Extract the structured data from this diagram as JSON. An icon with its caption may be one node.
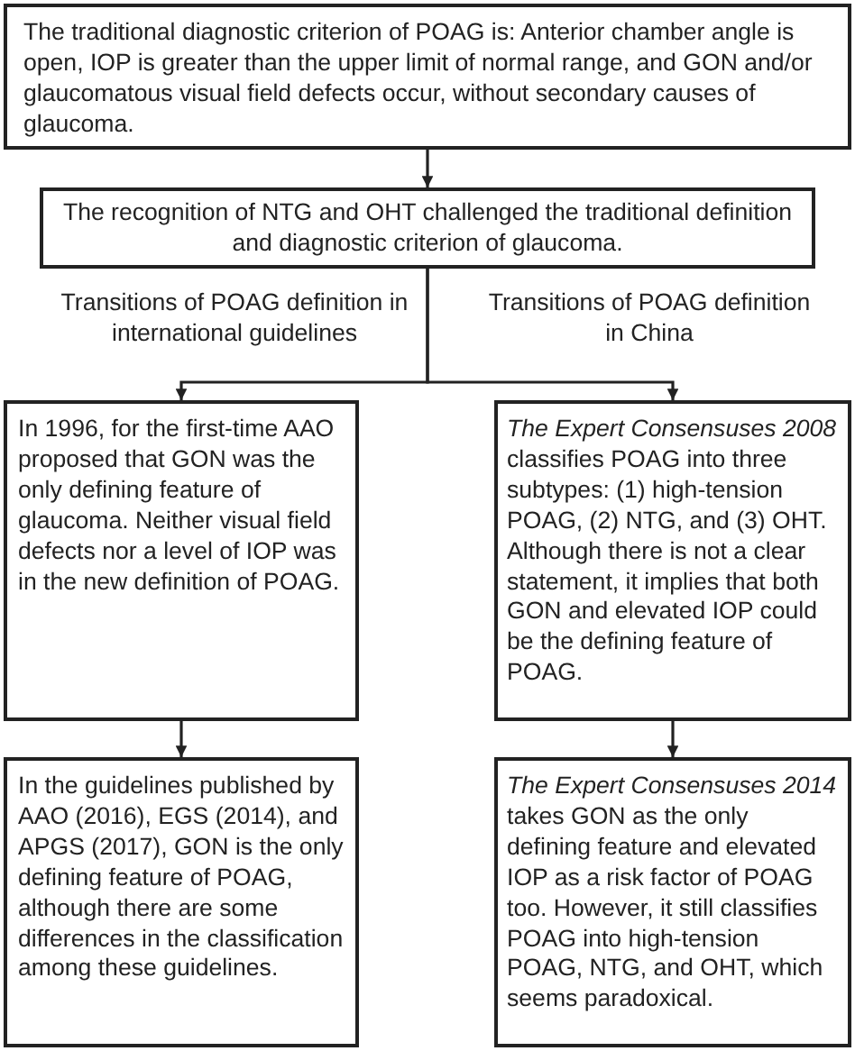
{
  "diagram": {
    "nodes": [
      {
        "text": [
          "The traditional diagnostic criterion of POAG is: Anterior chamber angle is open, IOP is greater than the upper limit of normal range, and GON and/or glaucomatous visual field defects occur, without secondary causes of glaucoma."
        ]
      },
      {
        "text": [
          "The recognition of NTG and OHT challenged the traditional definition and diagnostic criterion of glaucoma."
        ]
      },
      {
        "text": [
          "In 1996, for the first-time AAO proposed that GON was the only defining feature of glaucoma. Neither visual field defects nor a level of IOP was in the new definition of POAG."
        ]
      },
      {
        "text": [
          "*The Expert Consensuses 2008* classifies POAG into three subtypes: (1) high-tension POAG, (2) NTG, and (3) OHT. Although there is not a clear statement, it implies that both GON and elevated IOP could be the defining feature of POAG."
        ]
      },
      {
        "text": [
          "In the guidelines published by AAO (2016), EGS (2014), and APGS (2017), GON is the only defining feature of POAG, although there are some differences in the classification among these guidelines."
        ]
      },
      {
        "text": [
          "*The Expert Consensuses 2014* takes GON as the only defining feature and elevated IOP as a risk factor of POAG too. However, it still classifies POAG into high-tension POAG, NTG, and OHT, which seems paradoxical."
        ]
      }
    ],
    "edges": [
      {
        "from": 0,
        "to": 1,
        "arrow": "to"
      },
      {
        "from": 1,
        "to": 2,
        "arrow": "to"
      },
      {
        "from": 1,
        "to": 3,
        "arrow": "to"
      },
      {
        "from": 2,
        "to": 4,
        "arrow": "to"
      },
      {
        "from": 3,
        "to": 5,
        "arrow": "to"
      }
    ],
    "labels": [
      "Transitions of POAG definition in international guidelines",
      "Transitions of POAG definition in China"
    ]
  }
}
